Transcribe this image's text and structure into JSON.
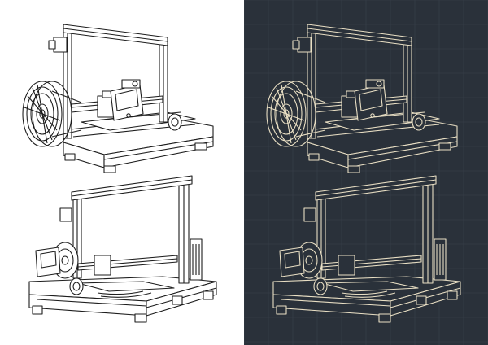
{
  "sheets": [
    {
      "id": "light",
      "background": "#ffffff",
      "line_color": "#1d1d1d",
      "views": [
        "printer-front-three-quarter",
        "printer-rear-three-quarter"
      ]
    },
    {
      "id": "dark",
      "background": "#2a313a",
      "line_color": "#e9dfc4",
      "views": [
        "printer-front-three-quarter",
        "printer-rear-three-quarter"
      ]
    }
  ],
  "icons": [
    "spool-icon",
    "lcd-screen-icon",
    "extruder-icon",
    "frame-icon"
  ]
}
